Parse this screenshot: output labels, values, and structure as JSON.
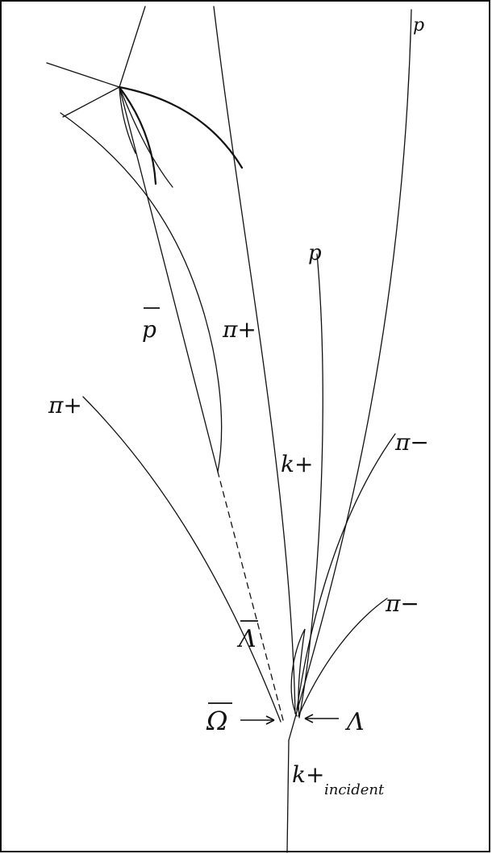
{
  "labels": {
    "p_top": "p",
    "p_mid": "p",
    "pbar": "p",
    "pi_plus_upper": "π+",
    "pi_plus_lower": "π+",
    "k_plus": "k+",
    "pi_minus_upper": "π−",
    "pi_minus_lower": "π−",
    "lambda_bar": "Λ",
    "omega_bar": "Ω",
    "lambda": "Λ",
    "k_plus_incident": "k+",
    "incident_word": "incident"
  }
}
